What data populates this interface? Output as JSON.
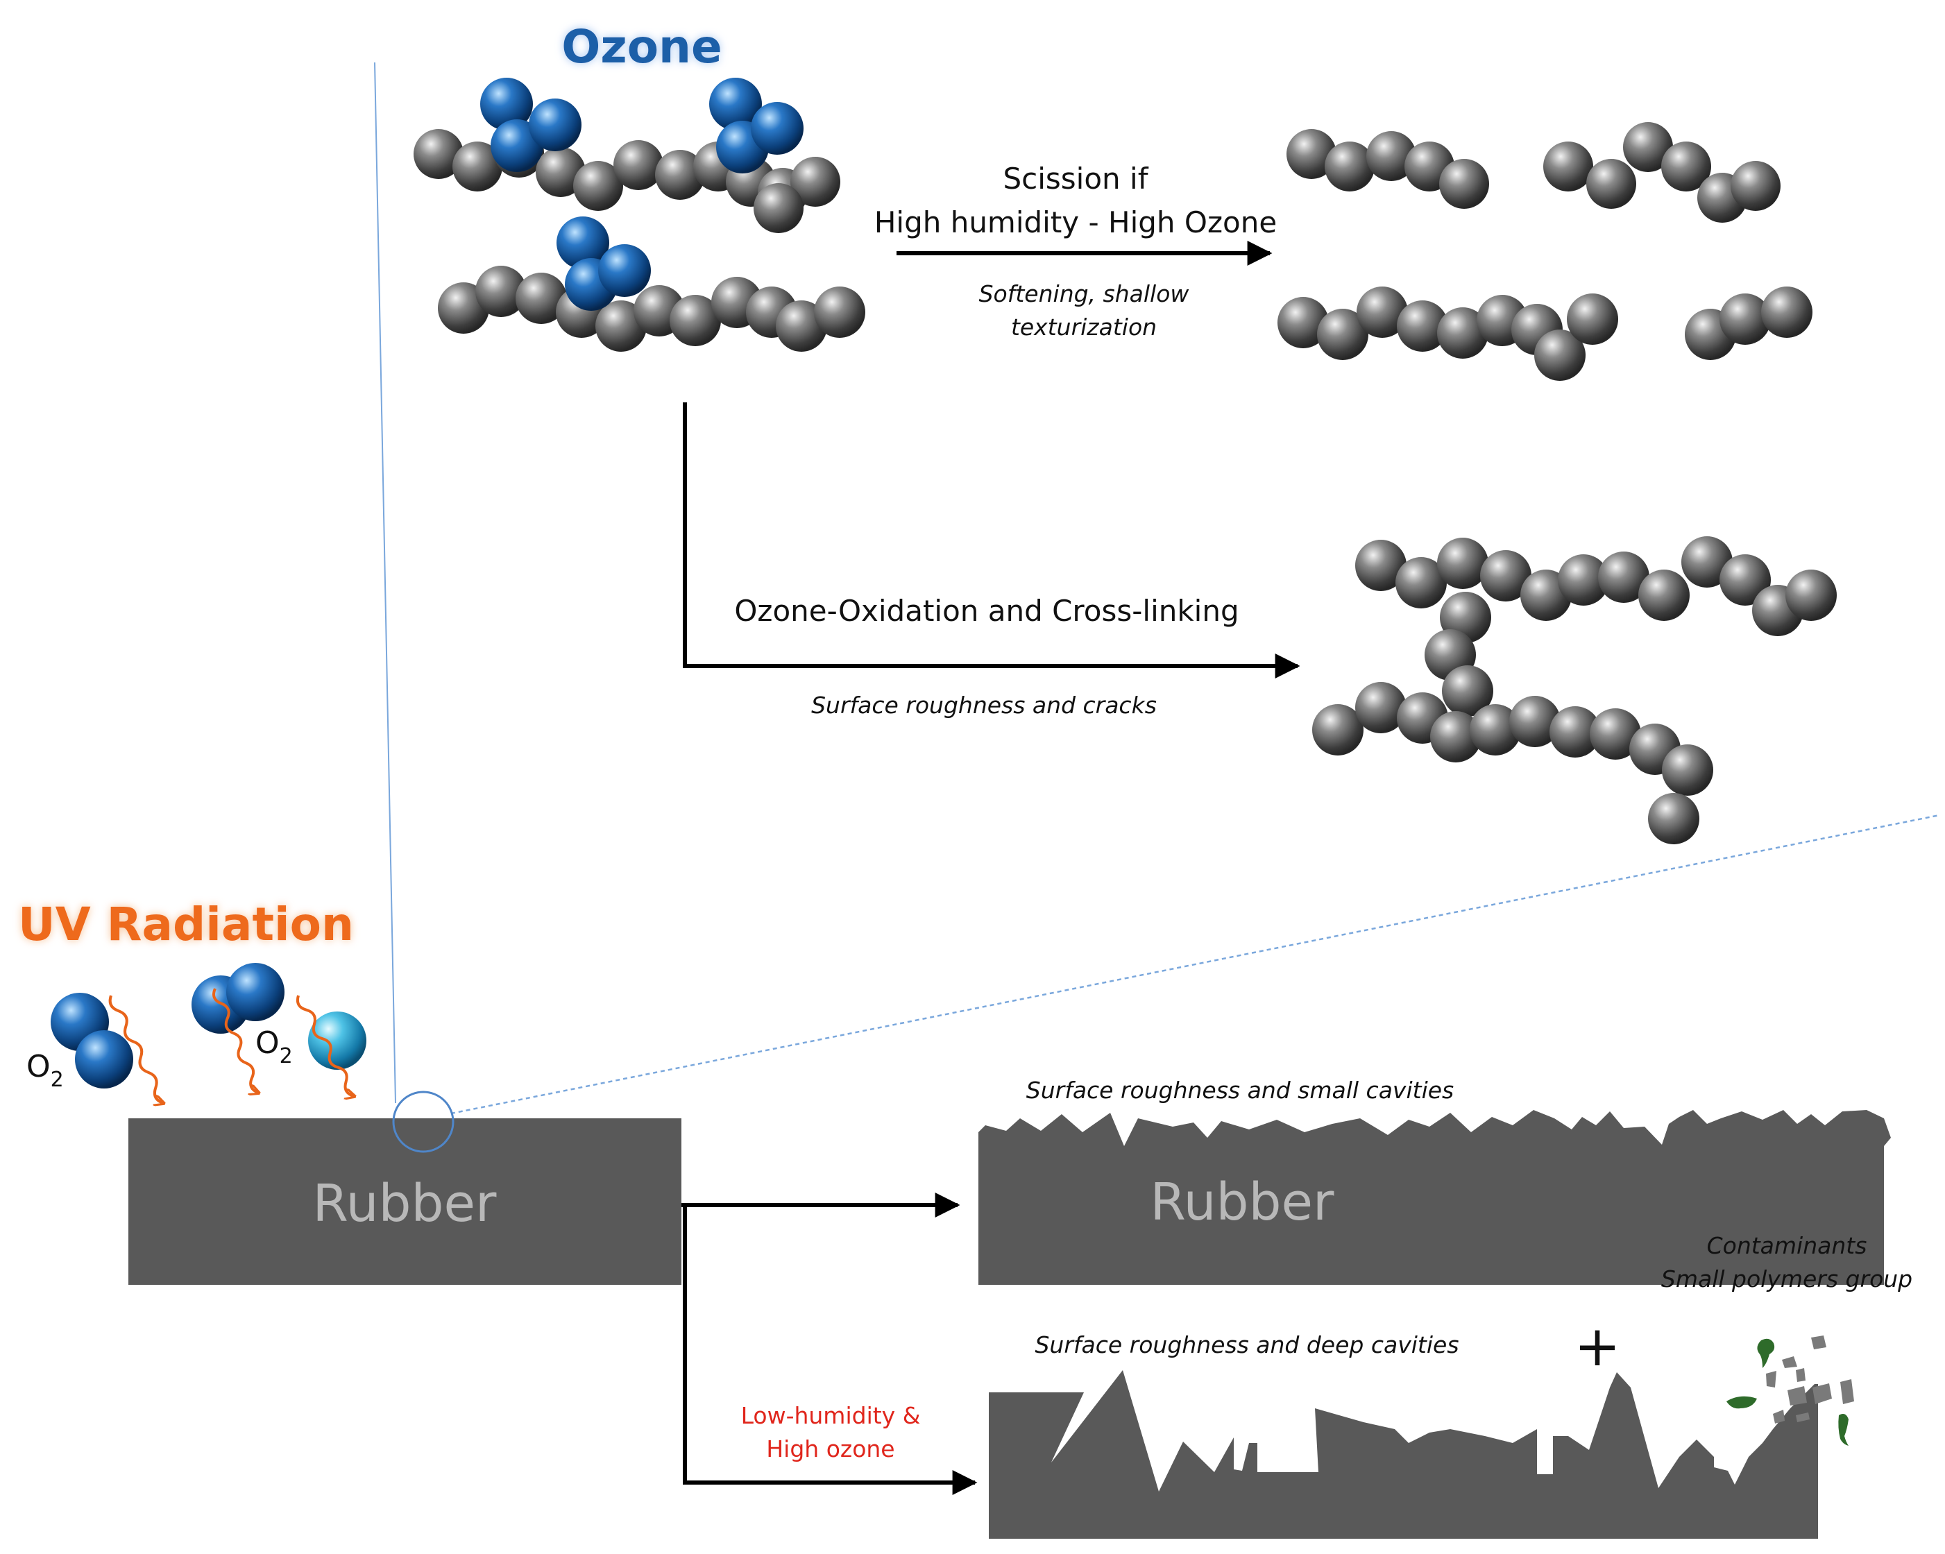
{
  "labels": {
    "ozone": "Ozone",
    "uv_radiation": "UV Radiation",
    "o2_left": "O",
    "o2_left_sub": "2",
    "o2_right": "O",
    "o2_right_sub": "2",
    "scission_line1": "Scission if",
    "scission_line2": "High humidity - High Ozone",
    "softening_line1": "Softening, shallow",
    "softening_line2": "texturization",
    "crosslink_title": "Ozone-Oxidation and Cross-linking",
    "crosslink_sub": "Surface roughness and cracks",
    "rubber_main": "Rubber",
    "rubber_result": "Rubber",
    "small_cavities": "Surface roughness and small cavities",
    "deep_cavities": "Surface roughness and deep cavities",
    "low_humidity_line1": "Low-humidity &",
    "low_humidity_line2": "High ozone",
    "plus": "+",
    "contaminants_line1": "Contaminants",
    "contaminants_line2": "Small polymers group"
  },
  "colors": {
    "ozone_text": "#1f5fa8",
    "uv_text": "#ee6a1b",
    "uv_wave": "#e8641a",
    "rubber": "#595959",
    "rubber_text": "#b8b8b8",
    "low_humidity_text": "#e0261c",
    "arrow": "#000000",
    "contaminant_green": "#2e6b2a",
    "contaminant_gray": "#7a7a7a"
  }
}
